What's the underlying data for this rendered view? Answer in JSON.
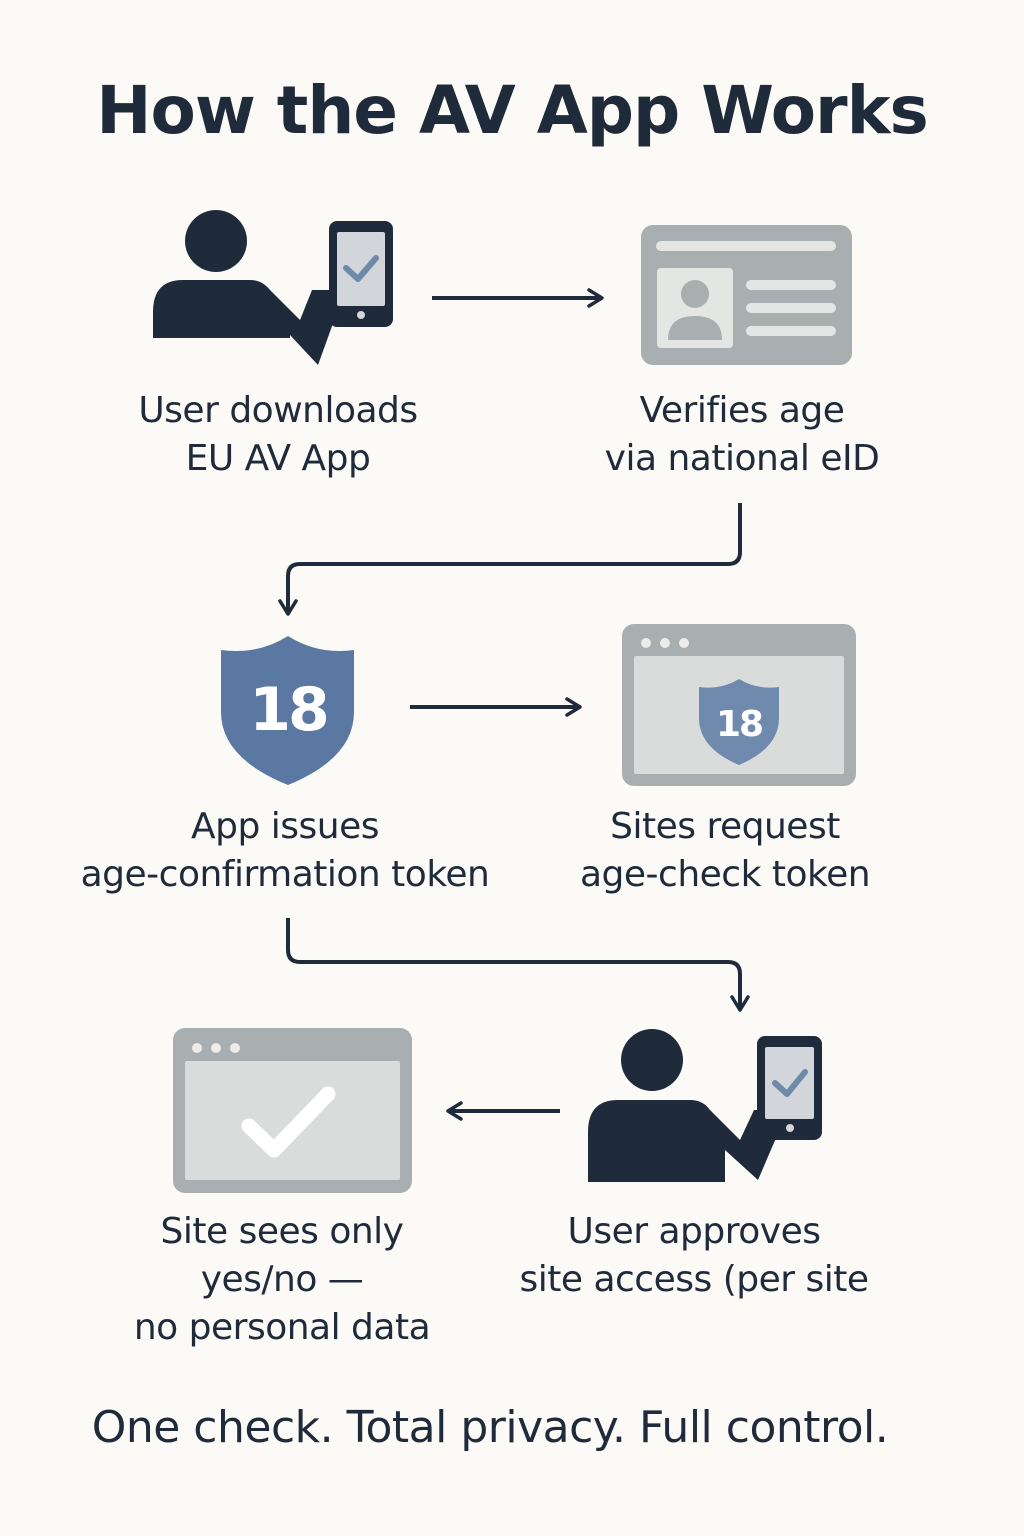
{
  "title": "How the AV App Works",
  "steps": [
    {
      "line1": "User downloads",
      "line2": "EU AV App"
    },
    {
      "line1": "Verifies age",
      "line2": "via national eID"
    },
    {
      "line1": "App issues",
      "line2": "age-confirmation token",
      "badge": "18"
    },
    {
      "line1": "Sites request",
      "line2": "age-check token",
      "badge": "18"
    },
    {
      "line1": "User approves",
      "line2": "site access (per site"
    },
    {
      "line1": "Site sees only",
      "line2": "yes/no —",
      "line3": "no personal data"
    }
  ],
  "tagline": "One check. Total privacy. Full control.",
  "colors": {
    "dark": "#1f2b3a",
    "gray": "#a9afb0",
    "light_gray": "#d9dcdb",
    "shield_blue": "#5b78a3",
    "shield_blue_muted": "#6f8aad",
    "background": "#fbfaf6"
  }
}
